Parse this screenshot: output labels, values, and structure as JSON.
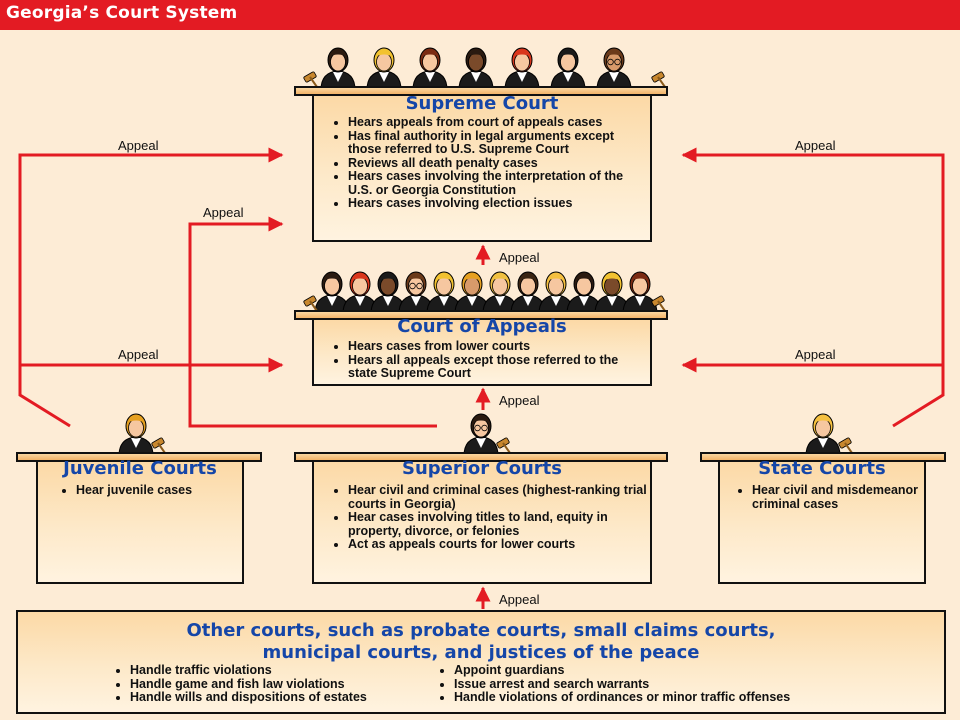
{
  "title": "Georgia’s Court System",
  "colors": {
    "title_bar": "#e31b23",
    "heading_blue": "#1546a8",
    "arrow_red": "#e31b23",
    "panel_fill": "#fde3bd"
  },
  "appeal_label": "Appeal",
  "supreme": {
    "name": "Supreme Court",
    "justices": 7,
    "duties": [
      "Hears appeals from court of appeals cases",
      "Has final authority in legal arguments except those referred to U.S. Supreme Court",
      "Reviews all death penalty cases",
      "Hears cases involving the interpretation of the U.S. or Georgia Constitution",
      "Hears cases involving election issues"
    ]
  },
  "appeals_court": {
    "name": "Court of Appeals",
    "judges": 12,
    "duties": [
      "Hears cases from lower courts",
      "Hears all appeals except those referred to the state Supreme Court"
    ]
  },
  "juvenile": {
    "name": "Juvenile Courts",
    "duties": [
      "Hear juvenile cases"
    ]
  },
  "superior": {
    "name": "Superior Courts",
    "duties": [
      "Hear civil and criminal cases (highest-ranking trial courts in Georgia)",
      "Hear cases involving titles to land, equity in property, divorce, or felonies",
      "Act as appeals courts for lower courts"
    ]
  },
  "state": {
    "name": "State Courts",
    "duties": [
      "Hear civil and misdemeanor criminal cases"
    ]
  },
  "other": {
    "name_line1": "Other courts, such as probate courts, small claims courts,",
    "name_line2": "municipal courts, and justices of the peace",
    "duties_left": [
      "Handle traffic violations",
      "Handle game and fish law violations",
      "Handle wills and dispositions of estates"
    ],
    "duties_right": [
      "Appoint guardians",
      "Issue arrest and search warrants",
      "Handle violations of ordinances or minor traffic offenses"
    ]
  }
}
